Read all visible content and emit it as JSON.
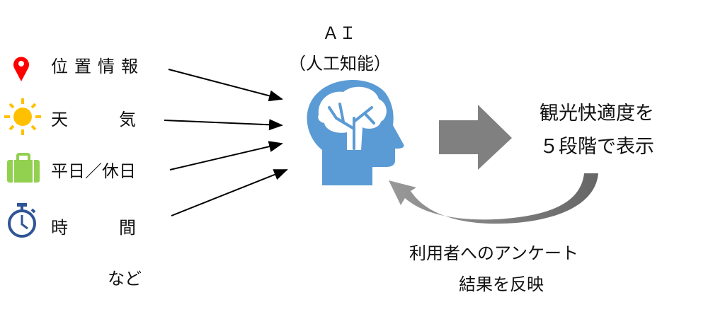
{
  "inputs": [
    {
      "label": "位置情報",
      "icon": "map-pin-icon",
      "color": "#FF0000"
    },
    {
      "label": "天　　　気",
      "icon": "sun-icon",
      "color": "#FFC000"
    },
    {
      "label": "平日／休日",
      "icon": "suitcase-icon",
      "color": "#92D050"
    },
    {
      "label": "時　　　間",
      "icon": "stopwatch-icon",
      "color": "#2F5597"
    }
  ],
  "etc_label": "など",
  "ai": {
    "title": "ＡＩ",
    "subtitle": "（人工知能）",
    "icon": "head-brain-icon",
    "color": "#5B9BD5"
  },
  "output": {
    "line1": "観光快適度を",
    "line2": "５段階で表示"
  },
  "feedback": {
    "line1": "利用者へのアンケート",
    "line2": "結果を反映"
  },
  "arrow_color": "#808080"
}
